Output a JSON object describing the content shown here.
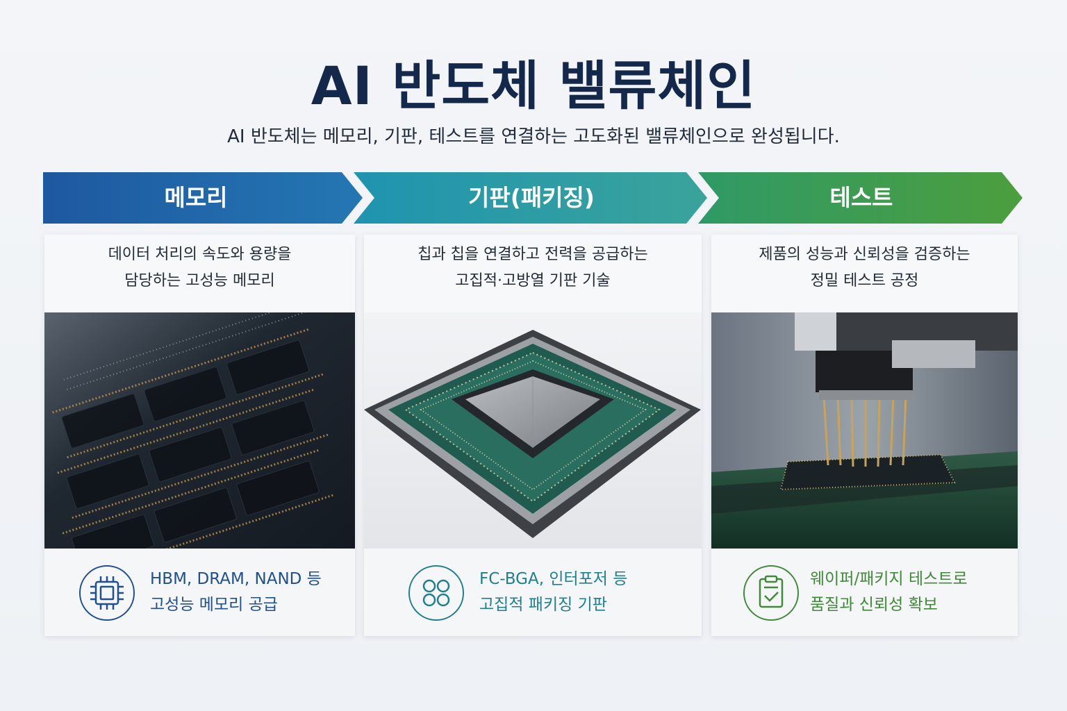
{
  "header": {
    "title": "AI 반도체 밸류체인",
    "subtitle": "AI 반도체는 메모리, 기판, 테스트를 연결하는 고도화된 밸류체인으로 완성됩니다."
  },
  "stages": [
    {
      "label": "메모리",
      "desc_line1": "데이터 처리의 속도와 용량을",
      "desc_line2": "담당하는 고성능 메모리",
      "icon": "chip-icon",
      "foot_line1": "HBM, DRAM, NAND 등",
      "foot_line2": "고성능 메모리 공급",
      "color": "#1f5fa8"
    },
    {
      "label": "기판(패키징)",
      "desc_line1": "칩과 칩을 연결하고 전력을 공급하는",
      "desc_line2": "고집적·고방열 기판 기술",
      "icon": "four-circles-icon",
      "foot_line1": "FC-BGA, 인터포저 등",
      "foot_line2": "고집적 패키징 기판",
      "color": "#1f8c9c"
    },
    {
      "label": "테스트",
      "desc_line1": "제품의 성능과 신뢰성을 검증하는",
      "desc_line2": "정밀 테스트 공정",
      "icon": "clipboard-check-icon",
      "foot_line1": "웨이퍼/패키지 테스트로",
      "foot_line2": "품질과 신뢰성 확보",
      "color": "#3f8f3a"
    }
  ]
}
